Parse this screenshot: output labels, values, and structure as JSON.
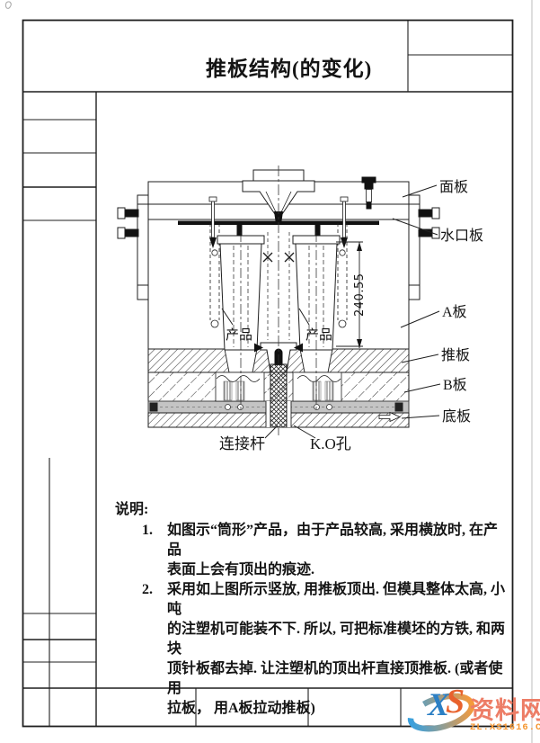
{
  "header": {
    "title": "推板结构(的变化)"
  },
  "diagram": {
    "dimension": "240.55",
    "label_face_plate": "面板",
    "label_runner_plate": "水口板",
    "label_a_plate": "A板",
    "label_push_plate": "推板",
    "label_b_plate": "B板",
    "label_bottom_plate": "底板",
    "label_product_left": "产品",
    "label_product_right": "产品",
    "label_connect_rod": "连接杆",
    "label_ko_hole": "K.O孔"
  },
  "notes": {
    "heading": "说明:",
    "item1_num": "1.",
    "item1_line1": "如图示“筒形”产品，由于产品较高, 采用横放时, 在产品",
    "item1_line2": "表面上会有顶出的痕迹.",
    "item2_num": "2.",
    "item2_line1": "采用如上图所示竖放, 用推板顶出. 但模具整体太高, 小吨",
    "item2_line2": "的注塑机可能装不下. 所以, 可把标准模坯的方铁, 和两块",
    "item2_line3": "顶针板都去掉. 让注塑机的顶出杆直接顶推板. (或者使用",
    "item2_line4": "拉板， 用A板拉动推板)"
  },
  "watermark": {
    "letter_x": "X",
    "letter_s": "S",
    "site_name": "资料网",
    "site_url": "ZL.XS1616.COM"
  },
  "colors": {
    "line": "#1f1f1f",
    "grey_strip": "#c4c4c4",
    "watermark_blue": "#3aa0dd",
    "watermark_orange": "#f59a3c",
    "watermark_coral": "#ed7d66",
    "watermark_url": "#f5952f"
  }
}
